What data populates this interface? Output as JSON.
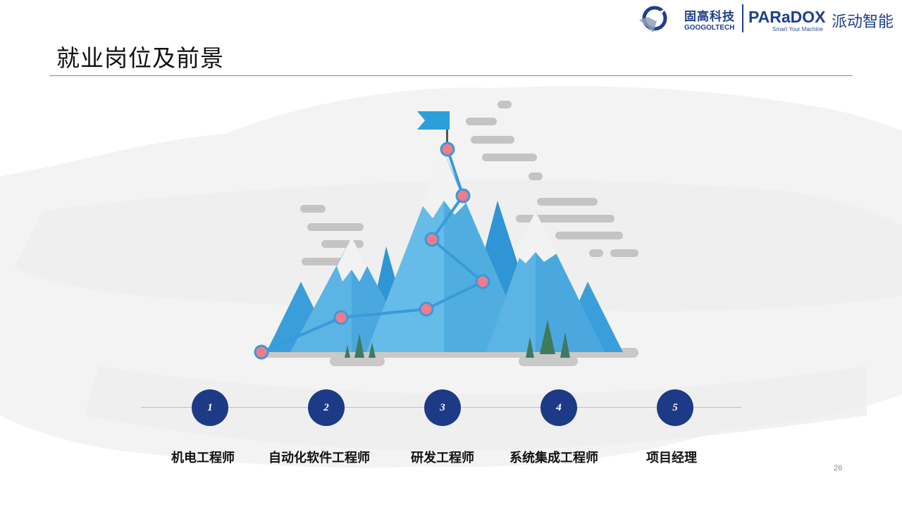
{
  "title": "就业岗位及前景",
  "logos": {
    "googol_cn": "固高科技",
    "googol_en": "GOOGOLTECH",
    "paradox_brand": "PARaDOX",
    "paradox_tagline": "Smart Your Machine",
    "paradox_cn": "派动智能"
  },
  "steps": [
    {
      "number": "1",
      "label": "机电工程师"
    },
    {
      "number": "2",
      "label": "自动化软件工程师"
    },
    {
      "number": "3",
      "label": "研发工程师"
    },
    {
      "number": "4",
      "label": "系统集成工程师"
    },
    {
      "number": "5",
      "label": "项目经理"
    }
  ],
  "page_number": "26",
  "colors": {
    "accent_navy": "#1d3a86",
    "mountain_blue": "#4aa8df",
    "path_blue": "#3a9ad9",
    "waypoint_pink": "#ef7b8c",
    "cloud_gray": "#c4c4c4",
    "tree_green": "#3f7a5c"
  }
}
